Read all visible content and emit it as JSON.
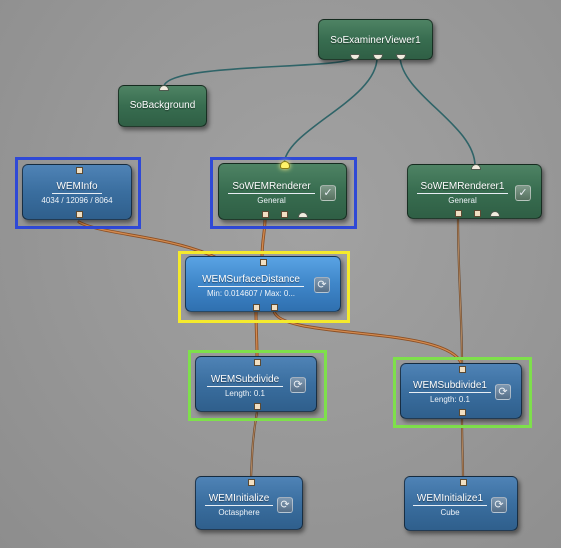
{
  "colors": {
    "background": "#969696",
    "node_inventor": "#3b7052",
    "node_wem": "#3a6e9f",
    "node_active": "#3f86c9",
    "connection_field": "#2f6468",
    "connection_wem": "#b06c3a",
    "selection_blue": "#2f49d6",
    "selection_yellow": "#f5ea2c",
    "selection_green": "#7ee04b"
  },
  "nodes": {
    "so_examiner_viewer": {
      "title": "SoExaminerViewer1"
    },
    "so_background": {
      "title": "SoBackground"
    },
    "wem_info": {
      "title": "WEMInfo",
      "subtitle": "4034 / 12096 / 8064"
    },
    "so_wem_renderer": {
      "title": "SoWEMRenderer",
      "subtitle": "General",
      "checkbox_icon": "checkmark-icon"
    },
    "so_wem_renderer1": {
      "title": "SoWEMRenderer1",
      "subtitle": "General",
      "checkbox_icon": "checkmark-icon"
    },
    "wem_surface_distance": {
      "title": "WEMSurfaceDistance",
      "subtitle": "Min: 0.014607 / Max: 0...",
      "button_icon": "refresh-icon"
    },
    "wem_subdivide": {
      "title": "WEMSubdivide",
      "subtitle": "Length: 0.1",
      "button_icon": "refresh-icon"
    },
    "wem_subdivide1": {
      "title": "WEMSubdivide1",
      "subtitle": "Length: 0.1",
      "button_icon": "refresh-icon"
    },
    "wem_initialize": {
      "title": "WEMInitialize",
      "subtitle": "Octasphere",
      "button_icon": "refresh-icon"
    },
    "wem_initialize1": {
      "title": "WEMInitialize1",
      "subtitle": "Cube",
      "button_icon": "refresh-icon"
    }
  },
  "icons": {
    "checkmark": "✓",
    "refresh": "⟳"
  }
}
